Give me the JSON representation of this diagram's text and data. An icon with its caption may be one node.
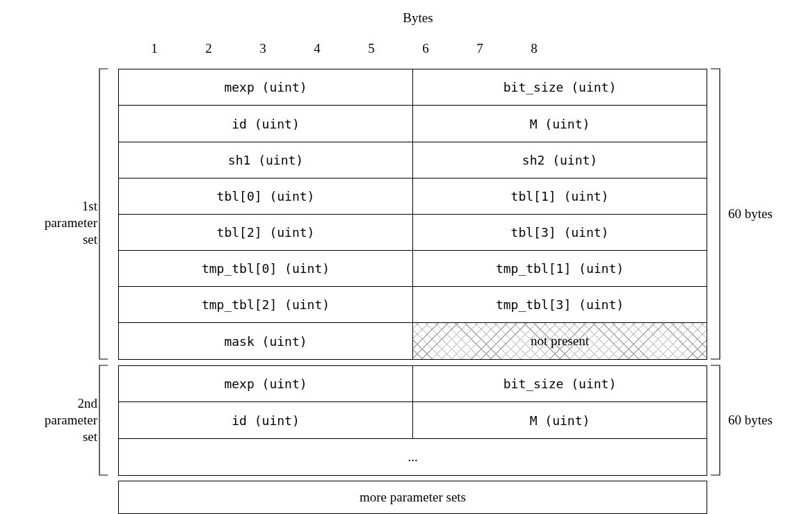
{
  "diagram": {
    "nodes": [
      {
        "text": [
          "mexp (uint)"
        ]
      },
      {
        "text": [
          "bit_size (uint)"
        ]
      },
      {
        "text": [
          "id (uint)"
        ]
      },
      {
        "text": [
          "M (uint)"
        ]
      },
      {
        "text": [
          "sh1 (uint)"
        ]
      },
      {
        "text": [
          "sh2 (uint)"
        ]
      },
      {
        "text": [
          "tbl[0] (uint)"
        ]
      },
      {
        "text": [
          "tbl[1] (uint)"
        ]
      },
      {
        "text": [
          "tbl[2] (uint)"
        ]
      },
      {
        "text": [
          "tbl[3] (uint)"
        ]
      },
      {
        "text": [
          "tmp_tbl[0] (uint)"
        ]
      },
      {
        "text": [
          "tmp_tbl[1] (uint)"
        ]
      },
      {
        "text": [
          "tmp_tbl[2] (uint)"
        ]
      },
      {
        "text": [
          "tmp_tbl[3] (uint)"
        ]
      },
      {
        "text": [
          "mask (uint)"
        ]
      },
      {
        "text": [
          "not present"
        ]
      },
      {
        "text": [
          "mexp (uint)"
        ]
      },
      {
        "text": [
          "bit_size (uint)"
        ]
      },
      {
        "text": [
          "id (uint)"
        ]
      },
      {
        "text": [
          "M (uint)"
        ]
      },
      {
        "text": [
          "..."
        ]
      },
      {
        "text": [
          "more parameter sets"
        ]
      }
    ],
    "edges": [],
    "labels": [
      "Bytes",
      "1",
      "2",
      "3",
      "4",
      "5",
      "6",
      "7",
      "8",
      "1st parameter set",
      "60 bytes",
      "2nd parameter set",
      "60 bytes"
    ]
  }
}
